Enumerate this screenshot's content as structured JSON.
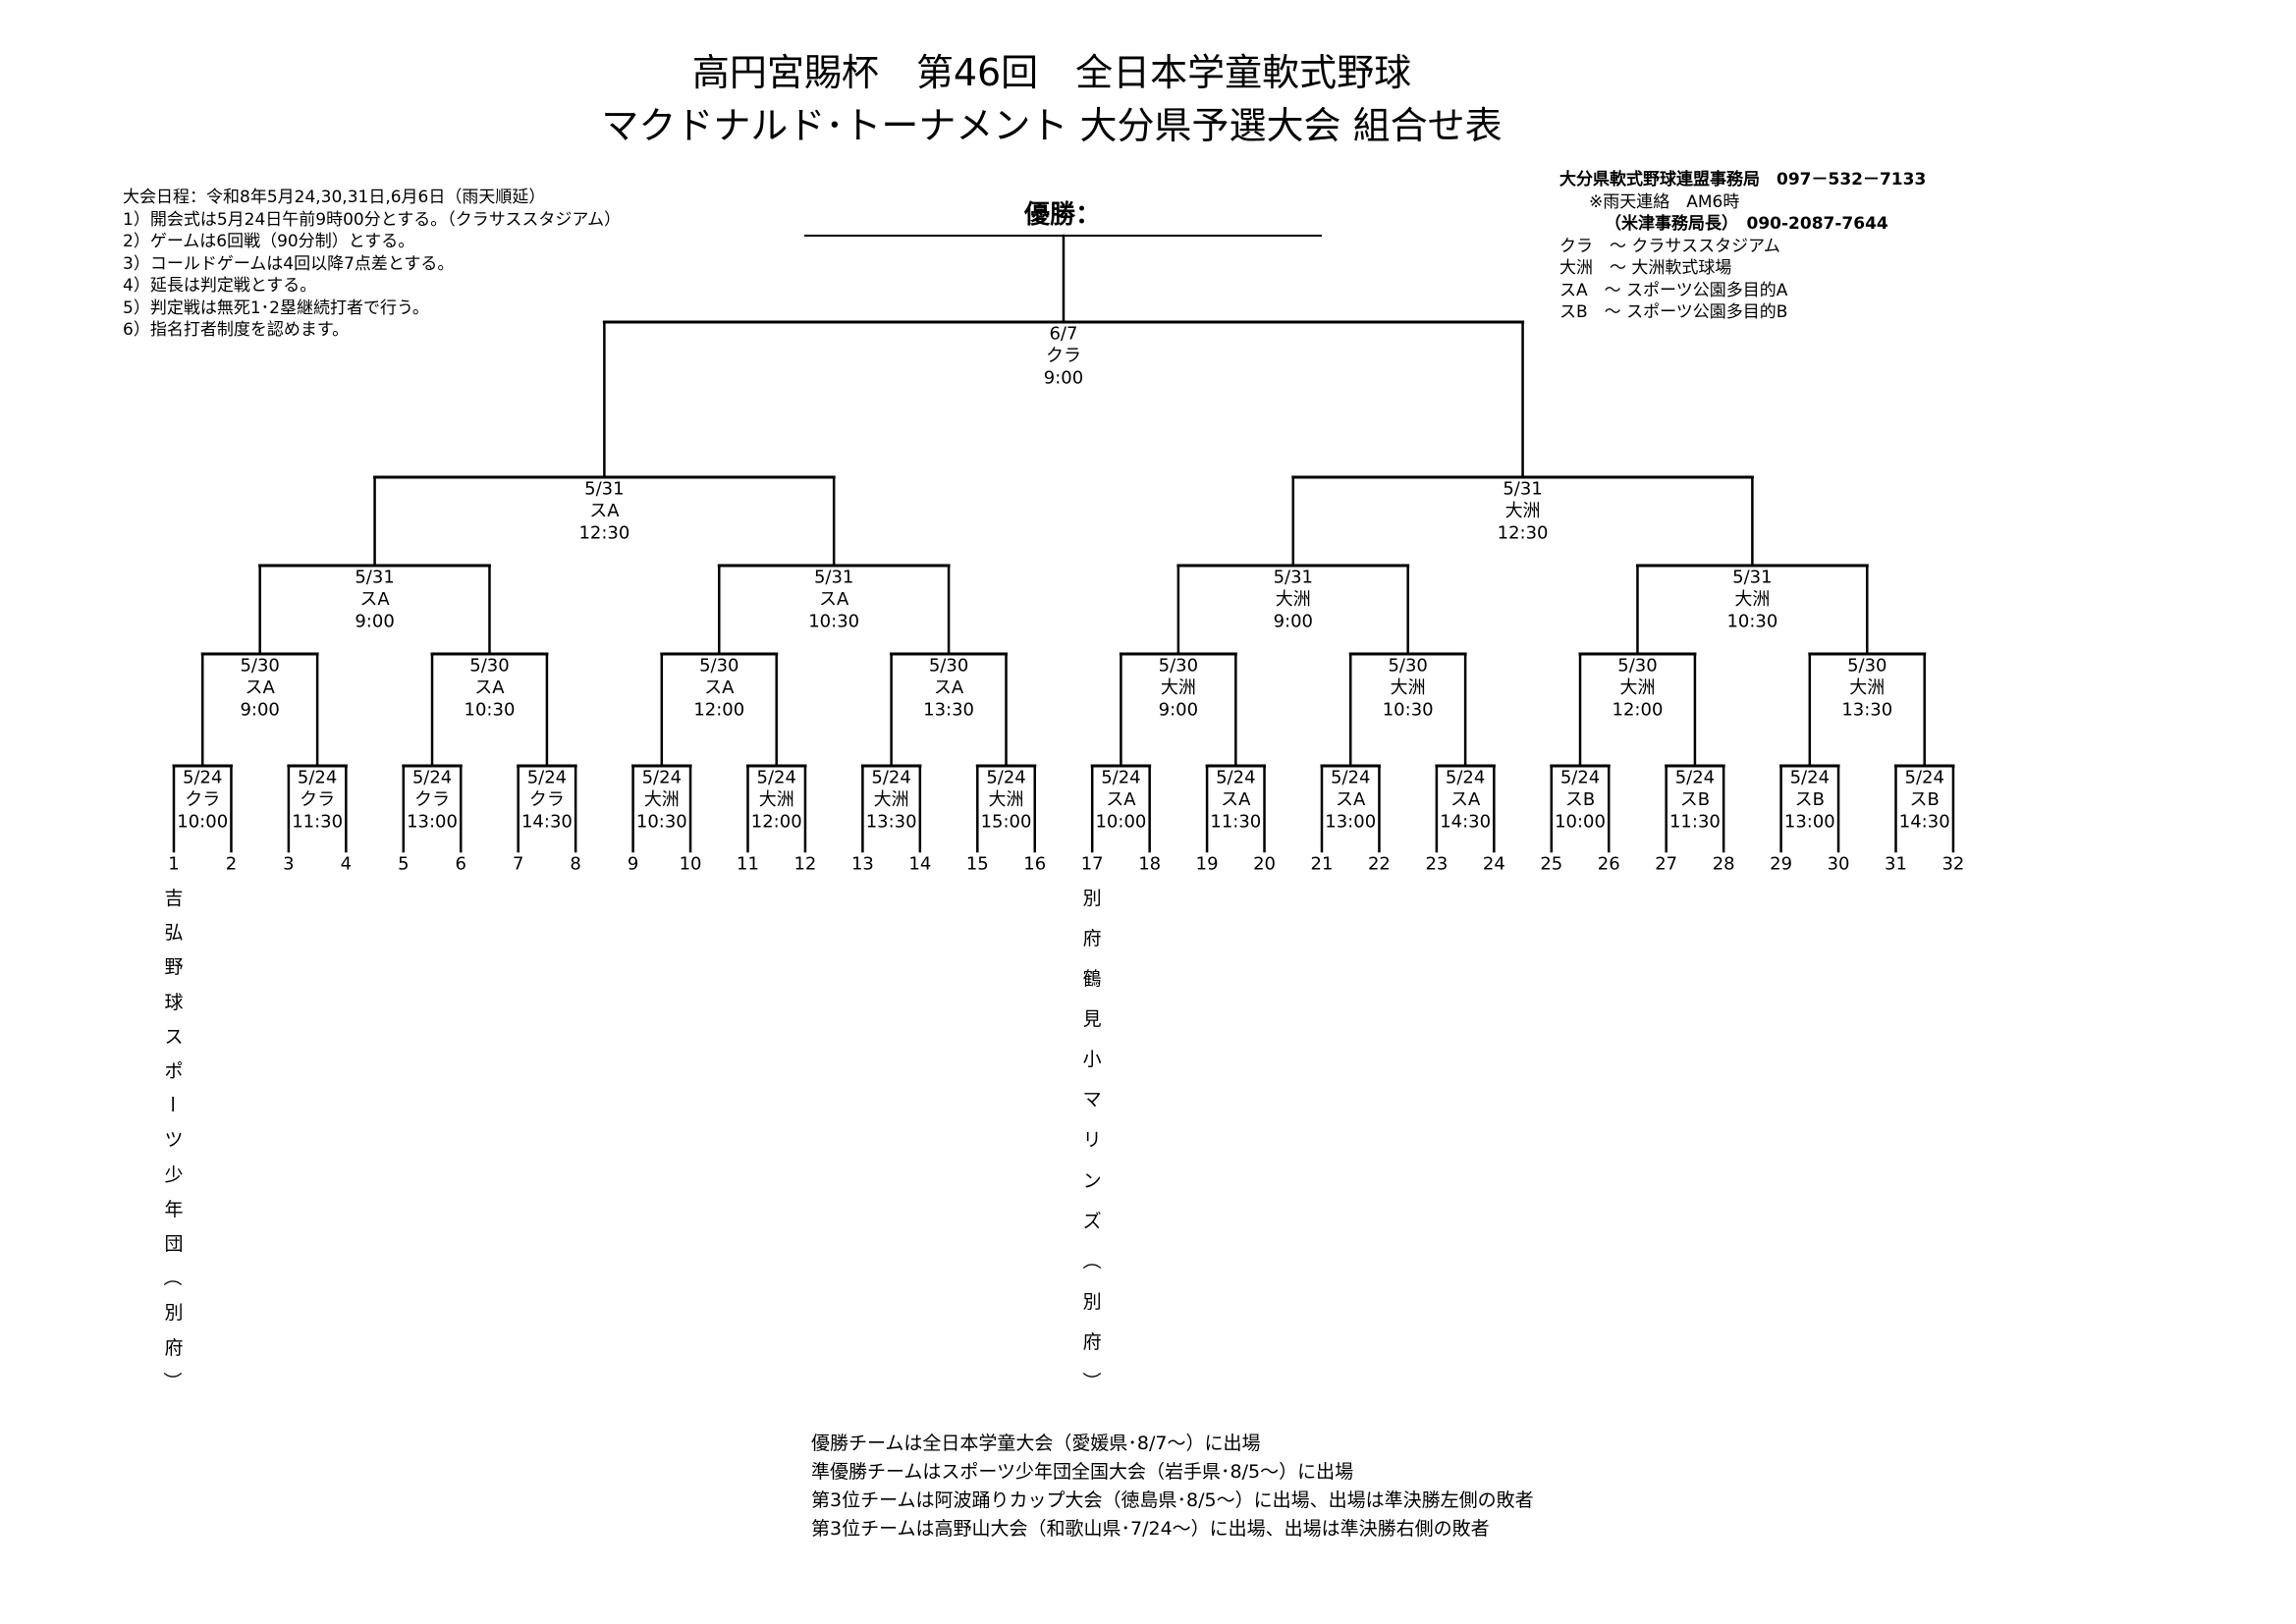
{
  "header": {
    "title_line1": "高円宮賜杯　第46回　全日本学童軟式野球",
    "title_line2": "マクドナルド･トーナメント 大分県予選大会 組合せ表"
  },
  "rules": [
    "大会日程：令和8年5月24,30,31日,6月6日（雨天順延）",
    "1）開会式は5月24日午前9時00分とする。（クラサススタジアム）",
    "2）ゲームは6回戦（90分制）とする。",
    "3）コールドゲームは4回以降7点差とする。",
    "4）延長は判定戦とする。",
    "5）判定戦は無死1･2塁継続打者で行う。",
    "6）指名打者制度を認めます。"
  ],
  "contact": {
    "office": "大分県軟式野球連盟事務局　097－532－7133",
    "rain_note": "※雨天連絡　AM6時",
    "director": "（米津事務局長）　090-2087-7644",
    "venues": [
      "クラ　～ クラサススタジアム",
      "大洲　～ 大洲軟式球場",
      "スA　～ スポーツ公園多目的A",
      "スB　～ スポーツ公園多目的B"
    ]
  },
  "champion_label": "優勝：",
  "rounds": [
    [
      {
        "date": "5/24",
        "venue": "クラ",
        "time": "10:00"
      },
      {
        "date": "5/24",
        "venue": "クラ",
        "time": "11:30"
      },
      {
        "date": "5/24",
        "venue": "クラ",
        "time": "13:00"
      },
      {
        "date": "5/24",
        "venue": "クラ",
        "time": "14:30"
      },
      {
        "date": "5/24",
        "venue": "大洲",
        "time": "10:30"
      },
      {
        "date": "5/24",
        "venue": "大洲",
        "time": "12:00"
      },
      {
        "date": "5/24",
        "venue": "大洲",
        "time": "13:30"
      },
      {
        "date": "5/24",
        "venue": "大洲",
        "time": "15:00"
      },
      {
        "date": "5/24",
        "venue": "スA",
        "time": "10:00"
      },
      {
        "date": "5/24",
        "venue": "スA",
        "time": "11:30"
      },
      {
        "date": "5/24",
        "venue": "スA",
        "time": "13:00"
      },
      {
        "date": "5/24",
        "venue": "スA",
        "time": "14:30"
      },
      {
        "date": "5/24",
        "venue": "スB",
        "time": "10:00"
      },
      {
        "date": "5/24",
        "venue": "スB",
        "time": "11:30"
      },
      {
        "date": "5/24",
        "venue": "スB",
        "time": "13:00"
      },
      {
        "date": "5/24",
        "venue": "スB",
        "time": "14:30"
      }
    ],
    [
      {
        "date": "5/30",
        "venue": "スA",
        "time": "9:00"
      },
      {
        "date": "5/30",
        "venue": "スA",
        "time": "10:30"
      },
      {
        "date": "5/30",
        "venue": "スA",
        "time": "12:00"
      },
      {
        "date": "5/30",
        "venue": "スA",
        "time": "13:30"
      },
      {
        "date": "5/30",
        "venue": "大洲",
        "time": "9:00"
      },
      {
        "date": "5/30",
        "venue": "大洲",
        "time": "10:30"
      },
      {
        "date": "5/30",
        "venue": "大洲",
        "time": "12:00"
      },
      {
        "date": "5/30",
        "venue": "大洲",
        "time": "13:30"
      }
    ],
    [
      {
        "date": "5/31",
        "venue": "スA",
        "time": "9:00"
      },
      {
        "date": "5/31",
        "venue": "スA",
        "time": "10:30"
      },
      {
        "date": "5/31",
        "venue": "大洲",
        "time": "9:00"
      },
      {
        "date": "5/31",
        "venue": "大洲",
        "time": "10:30"
      }
    ],
    [
      {
        "date": "5/31",
        "venue": "スA",
        "time": "12:30"
      },
      {
        "date": "5/31",
        "venue": "大洲",
        "time": "12:30"
      }
    ],
    [
      {
        "date": "6/7",
        "venue": "クラ",
        "time": "9:00"
      }
    ]
  ],
  "teams": [
    {
      "no": "1",
      "name": "吉弘野球スポーツ少年団（別府）"
    },
    {
      "no": "2"
    },
    {
      "no": "3"
    },
    {
      "no": "4"
    },
    {
      "no": "5"
    },
    {
      "no": "6"
    },
    {
      "no": "7"
    },
    {
      "no": "8"
    },
    {
      "no": "9"
    },
    {
      "no": "10"
    },
    {
      "no": "11"
    },
    {
      "no": "12"
    },
    {
      "no": "13"
    },
    {
      "no": "14"
    },
    {
      "no": "15"
    },
    {
      "no": "16"
    },
    {
      "no": "17",
      "name": "別府鶴見小マリンズ（別府）"
    },
    {
      "no": "18"
    },
    {
      "no": "19"
    },
    {
      "no": "20"
    },
    {
      "no": "21"
    },
    {
      "no": "22"
    },
    {
      "no": "23"
    },
    {
      "no": "24"
    },
    {
      "no": "25"
    },
    {
      "no": "26"
    },
    {
      "no": "27"
    },
    {
      "no": "28"
    },
    {
      "no": "29"
    },
    {
      "no": "30"
    },
    {
      "no": "31"
    },
    {
      "no": "32"
    }
  ],
  "footer_notes": [
    "優勝チームは全日本学童大会（愛媛県･8/7～）に出場",
    "準優勝チームはスポーツ少年団全国大会（岩手県･8/5～）に出場",
    "第3位チームは阿波踊りカップ大会（徳島県･8/5～）に出場、出場は準決勝左側の敗者",
    "第3位チームは高野山大会（和歌山県･7/24～）に出場、出場は準決勝右側の敗者"
  ]
}
